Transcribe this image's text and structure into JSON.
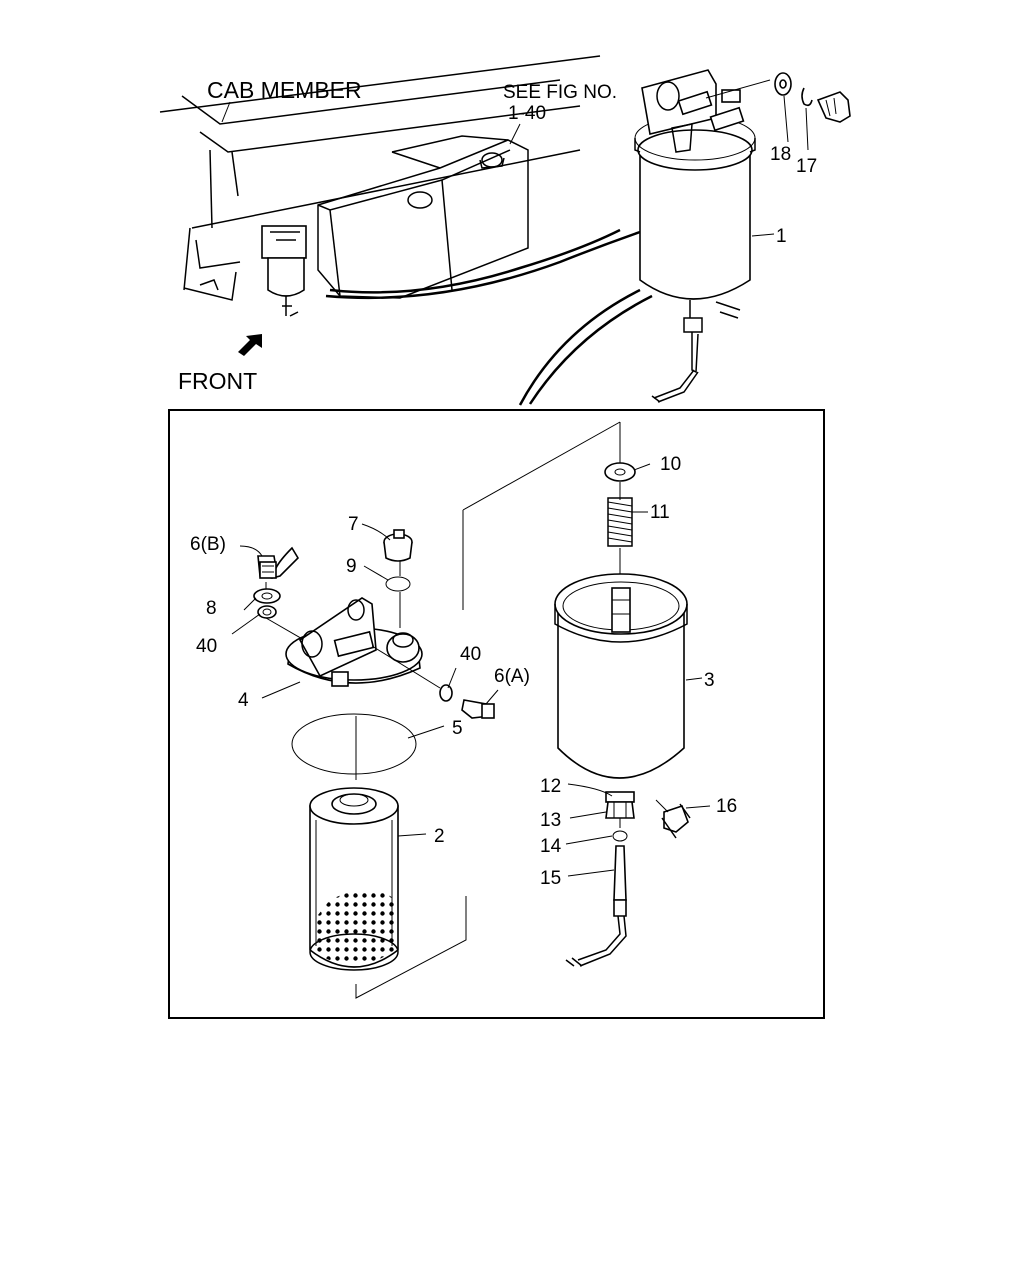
{
  "header": {
    "cab_member": "CAB MEMBER",
    "see_fig_line1": "SEE FIG NO.",
    "see_fig_line2": "1-40",
    "front": "FRONT"
  },
  "callouts": {
    "c1": "1",
    "c2": "2",
    "c3": "3",
    "c4": "4",
    "c5": "5",
    "c6a": "6(A)",
    "c6b": "6(B)",
    "c7": "7",
    "c8": "8",
    "c9": "9",
    "c10": "10",
    "c11": "11",
    "c12": "12",
    "c13": "13",
    "c14": "14",
    "c15": "15",
    "c16": "16",
    "c17": "17",
    "c18": "18",
    "c40a": "40",
    "c40b": "40"
  }
}
